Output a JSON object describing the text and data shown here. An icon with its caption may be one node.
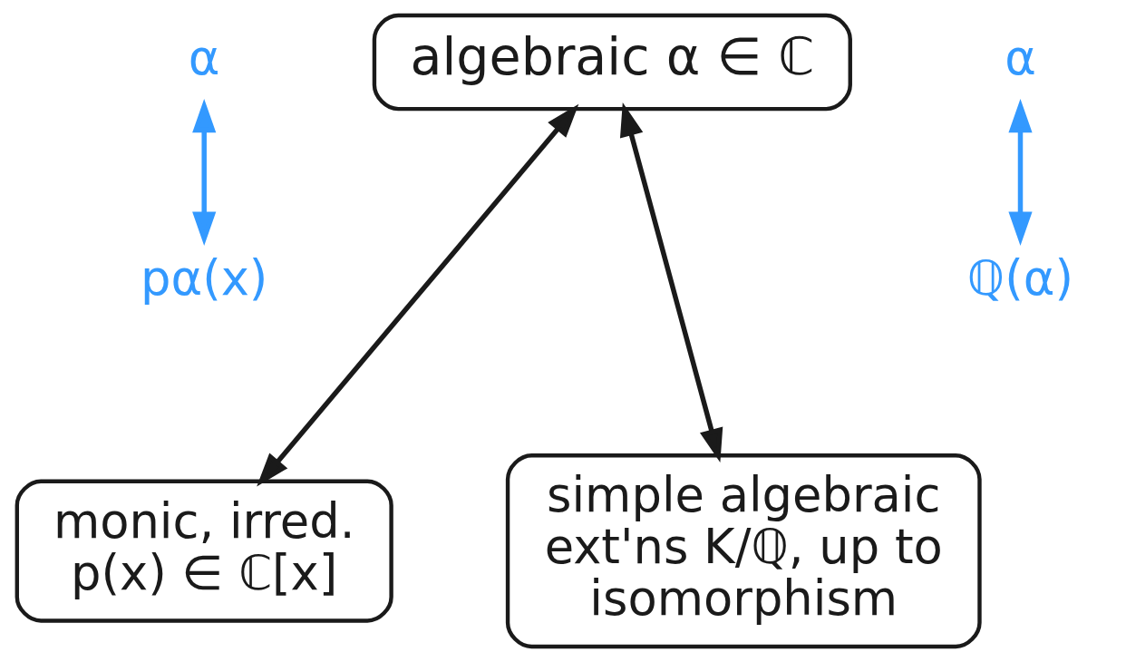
{
  "diagram": {
    "nodes": [
      {
        "text": [
          "algebraic α ∈ ℂ"
        ]
      },
      {
        "text": [
          "α"
        ]
      },
      {
        "text": [
          "α"
        ]
      },
      {
        "text": [
          "pα(x)"
        ]
      },
      {
        "text": [
          "ℚ(α)"
        ]
      },
      {
        "text": [
          "monic, irred. p(x) ∈ ℂ[x]"
        ]
      },
      {
        "text": [
          "simple algebraic ext'ns K/ℚ, up to isomorphism"
        ]
      }
    ],
    "edges": [
      {
        "from": 1,
        "to": 3,
        "arrow": "both",
        "color": "#3399ff"
      },
      {
        "from": 2,
        "to": 4,
        "arrow": "both",
        "color": "#3399ff"
      },
      {
        "from": 0,
        "to": 5,
        "arrow": "both",
        "color": "#1a1a1a"
      },
      {
        "from": 0,
        "to": 6,
        "arrow": "both",
        "color": "#1a1a1a"
      }
    ]
  }
}
